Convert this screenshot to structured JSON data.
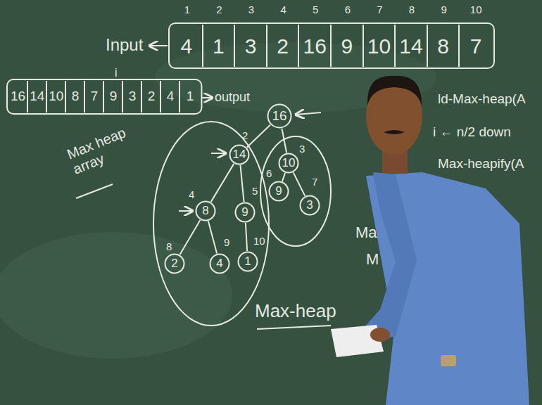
{
  "diagram": {
    "nodes": [
      {
        "text": [
          "4"
        ]
      },
      {
        "text": [
          "1"
        ]
      },
      {
        "text": [
          "3"
        ]
      },
      {
        "text": [
          "2"
        ]
      },
      {
        "text": [
          "16"
        ]
      },
      {
        "text": [
          "9"
        ]
      },
      {
        "text": [
          "10"
        ]
      },
      {
        "text": [
          "14"
        ]
      },
      {
        "text": [
          "8"
        ]
      },
      {
        "text": [
          "7"
        ]
      },
      {
        "text": [
          "16"
        ]
      },
      {
        "text": [
          "14"
        ]
      },
      {
        "text": [
          "10"
        ]
      },
      {
        "text": [
          "8"
        ]
      },
      {
        "text": [
          "7"
        ]
      },
      {
        "text": [
          "9"
        ]
      },
      {
        "text": [
          "3"
        ]
      },
      {
        "text": [
          "2"
        ]
      },
      {
        "text": [
          "4"
        ]
      },
      {
        "text": [
          "1"
        ]
      },
      {
        "text": [
          "16"
        ]
      },
      {
        "text": [
          "14"
        ]
      },
      {
        "text": [
          "10"
        ]
      },
      {
        "text": [
          "8"
        ]
      },
      {
        "text": [
          "9"
        ]
      },
      {
        "text": [
          "9"
        ]
      },
      {
        "text": [
          "3"
        ]
      },
      {
        "text": [
          "2"
        ]
      },
      {
        "text": [
          "4"
        ]
      },
      {
        "text": [
          "1"
        ]
      }
    ],
    "edges": [
      {
        "from": 20,
        "to": 21,
        "arrow": "none"
      },
      {
        "from": 20,
        "to": 22,
        "arrow": "none"
      },
      {
        "from": 21,
        "to": 23,
        "arrow": "none"
      },
      {
        "from": 21,
        "to": 24,
        "arrow": "none"
      },
      {
        "from": 22,
        "to": 25,
        "arrow": "none"
      },
      {
        "from": 22,
        "to": 26,
        "arrow": "none"
      },
      {
        "from": 23,
        "to": 27,
        "arrow": "none"
      },
      {
        "from": 23,
        "to": 28,
        "arrow": "none"
      },
      {
        "from": 24,
        "to": 29,
        "arrow": "none"
      }
    ],
    "labels": [
      "1",
      "2",
      "3",
      "4",
      "5",
      "6",
      "7",
      "8",
      "9",
      "10",
      "Input",
      "i",
      "output",
      "Max heap array",
      "2",
      "3",
      "4",
      "5",
      "6",
      "7",
      "8",
      "9",
      "10",
      "ld-Max-heap(A",
      "i ← n/2 down",
      "Max-heapify(A",
      "Ma",
      "M",
      "Max-heap"
    ]
  }
}
